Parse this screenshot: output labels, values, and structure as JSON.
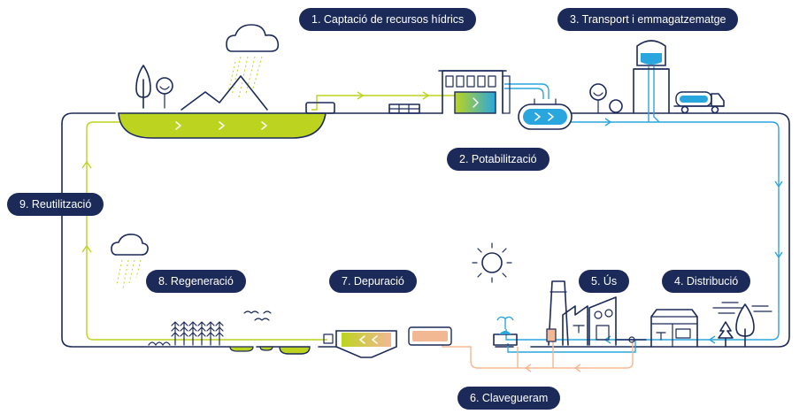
{
  "steps": {
    "captacio": "1. Captació de recursos hídrics",
    "potabilitzacio": "2. Potabilització",
    "transport": "3. Transport i emmagatzematge",
    "distribucio": "4. Distribució",
    "us": "5. Ús",
    "clavegueram": "6. Clavegueram",
    "depuracio": "7. Depuració",
    "regeneracio": "8. Regeneració",
    "reutilitzacio": "9. Reutilització"
  },
  "colors": {
    "navy": "#1b2a59",
    "green": "#bcd41f",
    "blue": "#2aa6df",
    "orange": "#f2b893"
  },
  "icons": [
    "cloud-icon",
    "mountain-icon",
    "tree-icon",
    "reservoir-icon",
    "pump-icon",
    "treatment-plant-icon",
    "blue-tank-icon",
    "water-tower-icon",
    "tanker-truck-icon",
    "sun-icon",
    "factory-icon",
    "fountain-icon",
    "house-icon",
    "birds-icon",
    "wheat-icon",
    "wastewater-plant-icon"
  ]
}
